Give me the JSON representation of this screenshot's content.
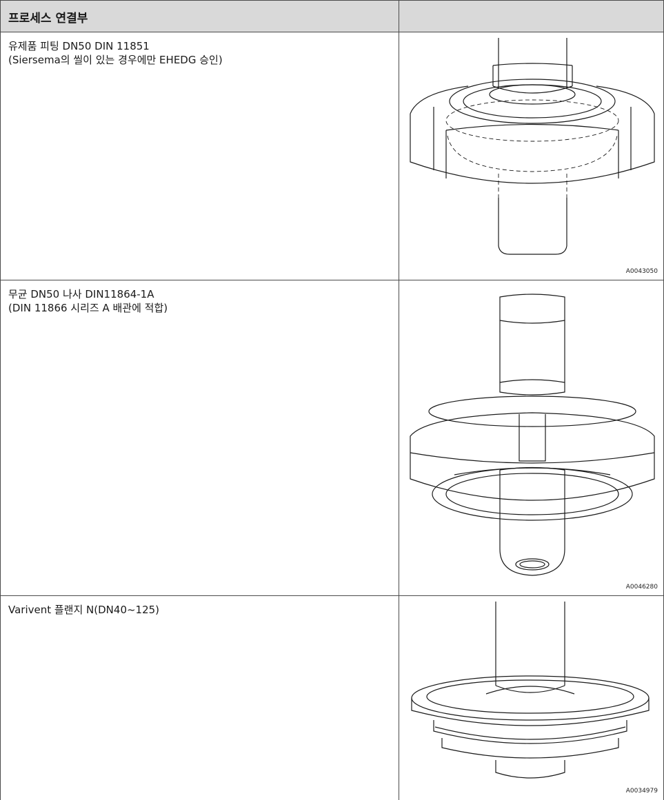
{
  "table": {
    "header": {
      "col1": "프로세스 연결부",
      "col2": ""
    },
    "rows": [
      {
        "line1": "유제품 피팅 DN50 DIN 11851",
        "line2": "(Siersema의 씰이 있는 경우에만 EHEDG 승인)",
        "figure_id": "A0043050"
      },
      {
        "line1": "무균 DN50 나사 DIN11864-1A",
        "line2": "(DIN 11866 시리즈 A 배관에 적합)",
        "figure_id": "A0046280"
      },
      {
        "line1": "Varivent 플랜지 N(DN40~125)",
        "line2": "",
        "figure_id": "A0034979"
      }
    ]
  }
}
